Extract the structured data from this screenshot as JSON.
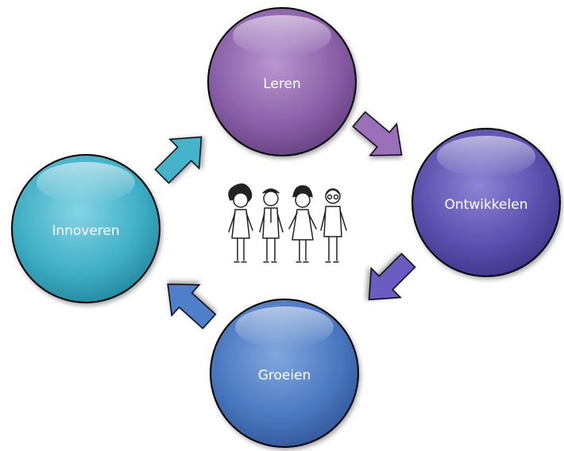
{
  "diagram": {
    "nodes": [
      {
        "id": "leren",
        "label": "Leren",
        "color": "#8A5FA8",
        "color_light": "#B897CF",
        "color_dark": "#5E3B7A"
      },
      {
        "id": "ontwikkelen",
        "label": "Ontwikkelen",
        "color": "#5B4FAE",
        "color_light": "#8E84D4",
        "color_dark": "#3A2F80"
      },
      {
        "id": "groeien",
        "label": "Groeien",
        "color": "#4A78C0",
        "color_light": "#82A7DD",
        "color_dark": "#2D5090"
      },
      {
        "id": "innoveren",
        "label": "Innoveren",
        "color": "#3FAFC6",
        "color_light": "#86D4E3",
        "color_dark": "#1F7F95"
      }
    ],
    "arrows": [
      {
        "from": "leren",
        "to": "ontwikkelen",
        "color": "#9A6FB8"
      },
      {
        "from": "ontwikkelen",
        "to": "groeien",
        "color": "#6A5CC0"
      },
      {
        "from": "groeien",
        "to": "innoveren",
        "color": "#4F7FC9"
      },
      {
        "from": "innoveren",
        "to": "leren",
        "color": "#45B4CB"
      }
    ],
    "center_illustration": "four-children-drawing"
  }
}
